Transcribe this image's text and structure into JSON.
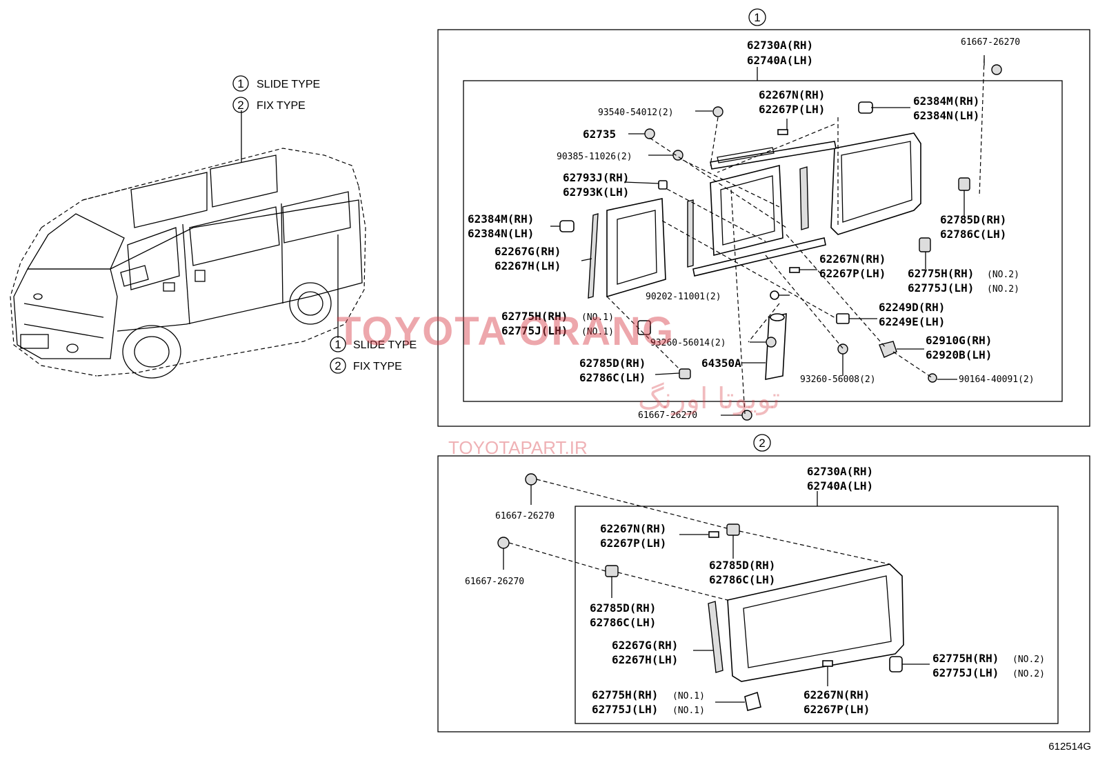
{
  "legend_top": {
    "items": [
      {
        "num": "1",
        "text": "SLIDE TYPE"
      },
      {
        "num": "2",
        "text": "FIX TYPE"
      }
    ]
  },
  "legend_mid": {
    "items": [
      {
        "num": "1",
        "text": "SLIDE TYPE"
      },
      {
        "num": "2",
        "text": "FIX TYPE"
      }
    ]
  },
  "section1": {
    "num": "1",
    "labels": {
      "l62730a": "62730A(RH)",
      "l62740a": "62740A(LH)",
      "l61667a": "61667-26270",
      "l93540": "93540-54012(2)",
      "l62267n1": "62267N(RH)",
      "l62267p1": "62267P(LH)",
      "l62384m1": "62384M(RH)",
      "l62384n1": "62384N(LH)",
      "l62735": "62735",
      "l90385": "90385-11026(2)",
      "l62793j": "62793J(RH)",
      "l62793k": "62793K(LH)",
      "l62785d1": "62785D(RH)",
      "l62786c1": "62786C(LH)",
      "l62384m2": "62384M(RH)",
      "l62384n2": "62384N(LH)",
      "l62267g": "62267G(RH)",
      "l62267h": "62267H(LH)",
      "l62267n2": "62267N(RH)",
      "l62267p2": "62267P(LH)",
      "l62775h2": "62775H(RH)",
      "l62775h2_no": "(NO.2)",
      "l62775j2": "62775J(LH)",
      "l62775j2_no": "(NO.2)",
      "l90202": "90202-11001(2)",
      "l62249d": "62249D(RH)",
      "l62249e": "62249E(LH)",
      "l62775h1": "62775H(RH)",
      "l62775h1_no": "(NO.1)",
      "l62775j1": "62775J(LH)",
      "l62775j1_no": "(NO.1)",
      "l93260a": "93260-56014(2)",
      "l62910g": "62910G(RH)",
      "l62920b": "62920B(LH)",
      "l62785d2": "62785D(RH)",
      "l62786c2": "62786C(LH)",
      "l64350a": "64350A",
      "l93260b": "93260-56008(2)",
      "l90164": "90164-40091(2)",
      "l61667b": "61667-26270"
    }
  },
  "section2": {
    "num": "2",
    "labels": {
      "l62730a": "62730A(RH)",
      "l62740a": "62740A(LH)",
      "l61667a": "61667-26270",
      "l62267n1": "62267N(RH)",
      "l62267p1": "62267P(LH)",
      "l62785d1": "62785D(RH)",
      "l62786c1": "62786C(LH)",
      "l61667b": "61667-26270",
      "l62785d2": "62785D(RH)",
      "l62786c2": "62786C(LH)",
      "l62267g": "62267G(RH)",
      "l62267h": "62267H(LH)",
      "l62775h2": "62775H(RH)",
      "l62775h2_no": "(NO.2)",
      "l62775j2": "62775J(LH)",
      "l62775j2_no": "(NO.2)",
      "l62775h1": "62775H(RH)",
      "l62775h1_no": "(NO.1)",
      "l62775j1": "62775J(LH)",
      "l62775j1_no": "(NO.1)",
      "l62267n2": "62267N(RH)",
      "l62267p2": "62267P(LH)"
    }
  },
  "watermark": {
    "brand": "TOYOTA ORANG",
    "persian": "تویوتا اورنگ",
    "site": "TOYOTAPART.IR"
  },
  "diagram_code": "612514G"
}
